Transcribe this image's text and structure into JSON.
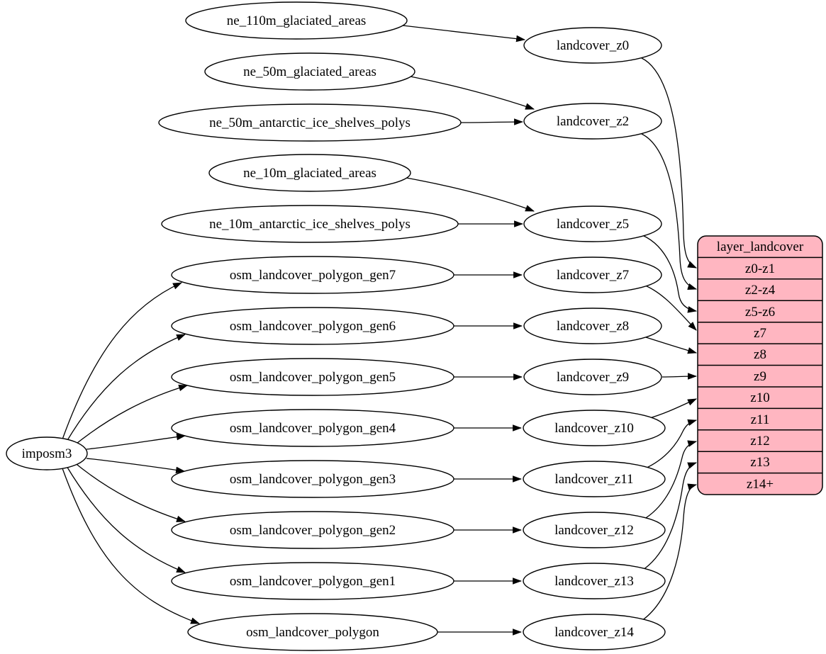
{
  "diagram": {
    "type": "graphviz-dependency-graph",
    "background": "#ffffff",
    "node_fill": "#ffffff",
    "edge_color": "#000000",
    "nodes": {
      "imposm3": {
        "label": "imposm3"
      },
      "ne_110m_glaciated_areas": {
        "label": "ne_110m_glaciated_areas"
      },
      "ne_50m_glaciated_areas": {
        "label": "ne_50m_glaciated_areas"
      },
      "ne_50m_antarctic_ice_shelves_polys": {
        "label": "ne_50m_antarctic_ice_shelves_polys"
      },
      "ne_10m_glaciated_areas": {
        "label": "ne_10m_glaciated_areas"
      },
      "ne_10m_antarctic_ice_shelves_polys": {
        "label": "ne_10m_antarctic_ice_shelves_polys"
      },
      "osm_landcover_polygon_gen7": {
        "label": "osm_landcover_polygon_gen7"
      },
      "osm_landcover_polygon_gen6": {
        "label": "osm_landcover_polygon_gen6"
      },
      "osm_landcover_polygon_gen5": {
        "label": "osm_landcover_polygon_gen5"
      },
      "osm_landcover_polygon_gen4": {
        "label": "osm_landcover_polygon_gen4"
      },
      "osm_landcover_polygon_gen3": {
        "label": "osm_landcover_polygon_gen3"
      },
      "osm_landcover_polygon_gen2": {
        "label": "osm_landcover_polygon_gen2"
      },
      "osm_landcover_polygon_gen1": {
        "label": "osm_landcover_polygon_gen1"
      },
      "osm_landcover_polygon": {
        "label": "osm_landcover_polygon"
      },
      "landcover_z0": {
        "label": "landcover_z0"
      },
      "landcover_z2": {
        "label": "landcover_z2"
      },
      "landcover_z5": {
        "label": "landcover_z5"
      },
      "landcover_z7": {
        "label": "landcover_z7"
      },
      "landcover_z8": {
        "label": "landcover_z8"
      },
      "landcover_z9": {
        "label": "landcover_z9"
      },
      "landcover_z10": {
        "label": "landcover_z10"
      },
      "landcover_z11": {
        "label": "landcover_z11"
      },
      "landcover_z12": {
        "label": "landcover_z12"
      },
      "landcover_z13": {
        "label": "landcover_z13"
      },
      "landcover_z14": {
        "label": "landcover_z14"
      }
    },
    "record": {
      "title": "layer_landcover",
      "fill": "#ffb6c1",
      "rows": [
        "z0-z1",
        "z2-z4",
        "z5-z6",
        "z7",
        "z8",
        "z9",
        "z10",
        "z11",
        "z12",
        "z13",
        "z14+"
      ]
    },
    "edges": [
      {
        "from": "ne_110m_glaciated_areas",
        "to": "landcover_z0"
      },
      {
        "from": "ne_50m_glaciated_areas",
        "to": "landcover_z2"
      },
      {
        "from": "ne_50m_antarctic_ice_shelves_polys",
        "to": "landcover_z2"
      },
      {
        "from": "ne_10m_glaciated_areas",
        "to": "landcover_z5"
      },
      {
        "from": "ne_10m_antarctic_ice_shelves_polys",
        "to": "landcover_z5"
      },
      {
        "from": "imposm3",
        "to": "osm_landcover_polygon_gen7"
      },
      {
        "from": "imposm3",
        "to": "osm_landcover_polygon_gen6"
      },
      {
        "from": "imposm3",
        "to": "osm_landcover_polygon_gen5"
      },
      {
        "from": "imposm3",
        "to": "osm_landcover_polygon_gen4"
      },
      {
        "from": "imposm3",
        "to": "osm_landcover_polygon_gen3"
      },
      {
        "from": "imposm3",
        "to": "osm_landcover_polygon_gen2"
      },
      {
        "from": "imposm3",
        "to": "osm_landcover_polygon_gen1"
      },
      {
        "from": "imposm3",
        "to": "osm_landcover_polygon"
      },
      {
        "from": "osm_landcover_polygon_gen7",
        "to": "landcover_z7"
      },
      {
        "from": "osm_landcover_polygon_gen6",
        "to": "landcover_z8"
      },
      {
        "from": "osm_landcover_polygon_gen5",
        "to": "landcover_z9"
      },
      {
        "from": "osm_landcover_polygon_gen4",
        "to": "landcover_z10"
      },
      {
        "from": "osm_landcover_polygon_gen3",
        "to": "landcover_z11"
      },
      {
        "from": "osm_landcover_polygon_gen2",
        "to": "landcover_z12"
      },
      {
        "from": "osm_landcover_polygon_gen1",
        "to": "landcover_z13"
      },
      {
        "from": "osm_landcover_polygon",
        "to": "landcover_z14"
      },
      {
        "from": "landcover_z0",
        "to": "layer_landcover:z0-z1"
      },
      {
        "from": "landcover_z2",
        "to": "layer_landcover:z2-z4"
      },
      {
        "from": "landcover_z5",
        "to": "layer_landcover:z5-z6"
      },
      {
        "from": "landcover_z7",
        "to": "layer_landcover:z7"
      },
      {
        "from": "landcover_z8",
        "to": "layer_landcover:z8"
      },
      {
        "from": "landcover_z9",
        "to": "layer_landcover:z9"
      },
      {
        "from": "landcover_z10",
        "to": "layer_landcover:z10"
      },
      {
        "from": "landcover_z11",
        "to": "layer_landcover:z11"
      },
      {
        "from": "landcover_z12",
        "to": "layer_landcover:z12"
      },
      {
        "from": "landcover_z13",
        "to": "layer_landcover:z13"
      },
      {
        "from": "landcover_z14",
        "to": "layer_landcover:z14+"
      }
    ]
  }
}
